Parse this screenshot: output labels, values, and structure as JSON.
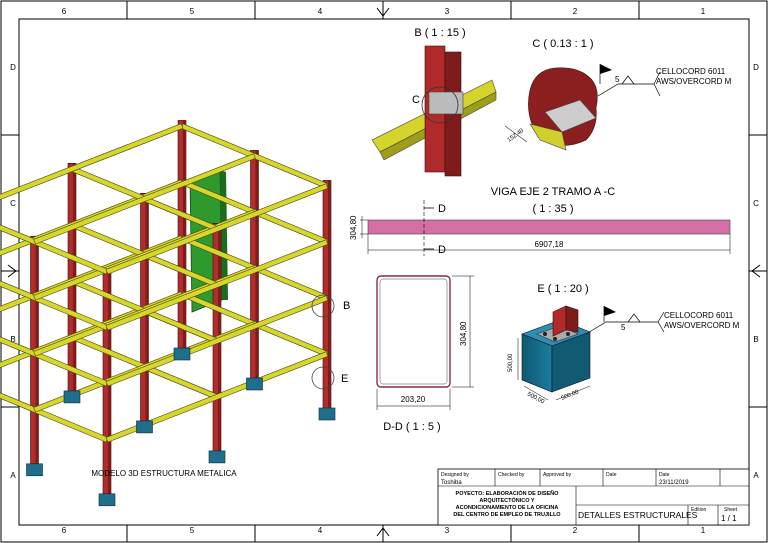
{
  "border": {
    "col_labels": [
      "6",
      "5",
      "4",
      "3",
      "2",
      "1"
    ],
    "row_labels": [
      "D",
      "C",
      "B",
      "A"
    ]
  },
  "model_caption": "MODELO 3D ESTRUCTURA METALICA",
  "model_callouts": {
    "b": "B",
    "e": "E"
  },
  "detail_b": {
    "title": "B ( 1 : 15 )",
    "callout": "C"
  },
  "detail_c": {
    "title": "C ( 0.13 : 1 )",
    "weld_size": "5",
    "weld_note": [
      "CELLOCORD 6011",
      "AWS/OVERCORD M"
    ],
    "dim": "152,40"
  },
  "beam": {
    "title": "VIGA EJE 2 TRAMO A -C",
    "scale": "( 1 : 35 )",
    "height_dim": "304,80",
    "length_dim": "6907,18",
    "section_top": "D",
    "section_bottom": "D"
  },
  "section_dd": {
    "title": "D-D ( 1 : 5 )",
    "height_dim": "304,80",
    "width_dim": "203,20"
  },
  "detail_e": {
    "title": "E ( 1 : 20 )",
    "weld_size": "5",
    "weld_note": [
      "CELLOCORD 6011",
      "AWS/OVERCORD M"
    ],
    "dim_height": "500,00",
    "dim_left": "500,00",
    "dim_right": "500,00"
  },
  "title_block": {
    "designed_by_label": "Designed by",
    "designed_by": "Toshiba",
    "checked_by_label": "Checked by",
    "approved_by_label": "Approved by",
    "date_label_1": "Date",
    "date_label_2": "Date",
    "date": "23/11/2019",
    "project": [
      "POYECTO: ELABORACIÓN DE DISEÑO",
      "ARQUITECTÓNICO Y",
      "ACONDICIONAMIENTO DE LA OFICINA",
      "DEL CENTRO DE EMPLEO DE TRUJILLO"
    ],
    "drawing_title": "DETALLES ESTRUCTURALES",
    "edition_label": "Edition",
    "sheet_label": "Sheet",
    "sheet": "1 / 1"
  }
}
